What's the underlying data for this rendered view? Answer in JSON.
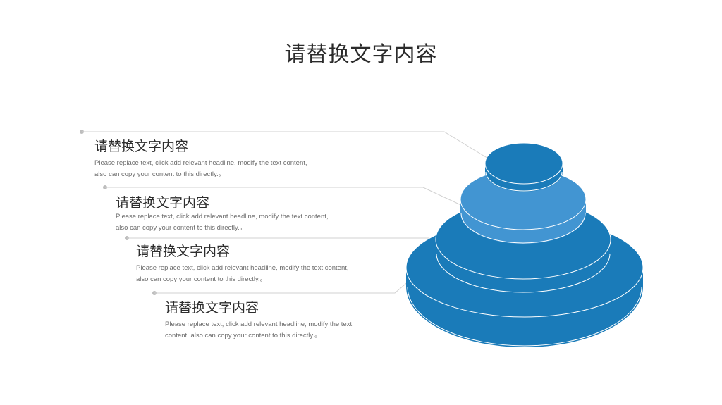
{
  "title": "请替换文字内容",
  "items": [
    {
      "heading": "请替换文字内容",
      "desc_line1": "Please replace text, click add relevant headline, modify the text content,",
      "desc_line2": "also can copy your content to this directly.。"
    },
    {
      "heading": "请替换文字内容",
      "desc_line1": "Please replace text, click add relevant headline, modify the text content,",
      "desc_line2": "also can copy your content to this directly.。"
    },
    {
      "heading": "请替换文字内容",
      "desc_line1": "Please replace text, click add relevant headline, modify the text content,",
      "desc_line2": "also can copy your content to this directly.。"
    },
    {
      "heading": "请替换文字内容",
      "desc_line1": "Please replace text, click add relevant headline, modify the text",
      "desc_line2": "content, also can copy your content to this directly.。"
    }
  ],
  "colors": {
    "tier_dark": "#1a7bb9",
    "tier_light": "#4295d2",
    "tier_outline": "#ffffff",
    "connector": "#d0d0d0",
    "dot": "#bdbdbd"
  }
}
